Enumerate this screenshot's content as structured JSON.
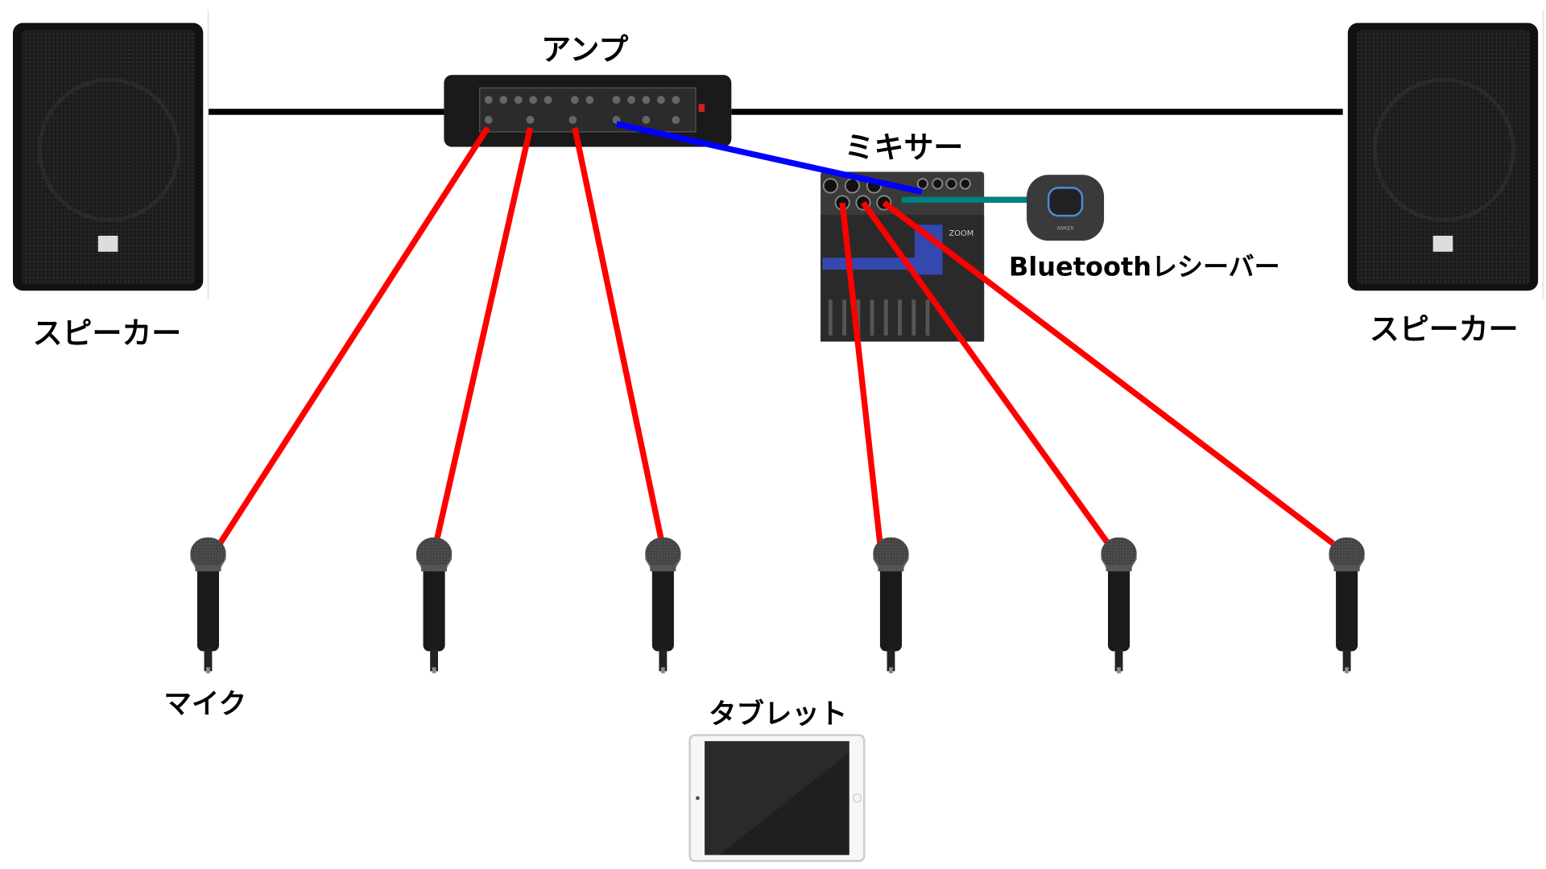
{
  "labels": {
    "amp": "アンプ",
    "mixer": "ミキサー",
    "speaker_left": "スピーカー",
    "speaker_right": "スピーカー",
    "bluetooth": "Bluetoothレシーバー",
    "mic": "マイク",
    "tablet": "タブレット"
  },
  "devices": {
    "mixer_brand": "ZOOM",
    "receiver_brand": "ANKER"
  },
  "colors": {
    "speaker_cable": "#000000",
    "mic_cable": "#ff0000",
    "mixer_to_amp_cable": "#0000ff",
    "bluetooth_cable": "#008080"
  }
}
